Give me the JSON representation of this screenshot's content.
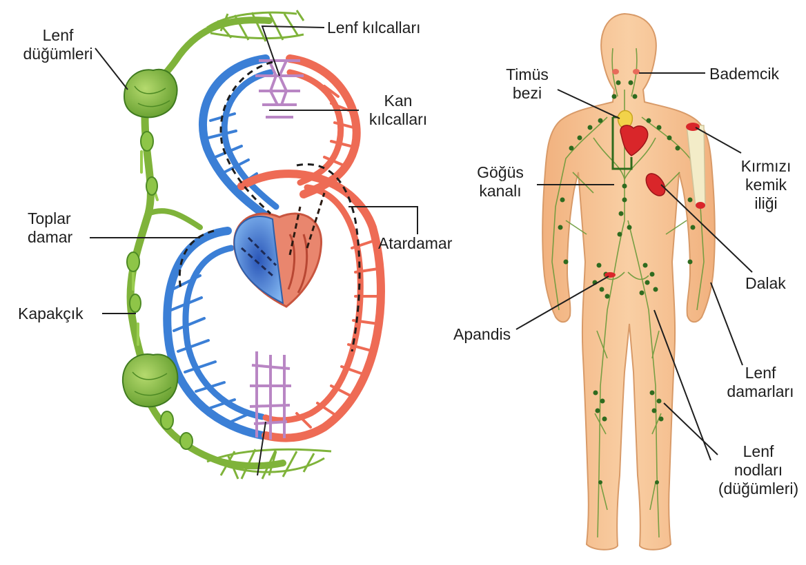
{
  "left_diagram": {
    "labels": {
      "lymph_nodes": [
        "Lenf",
        "düğümleri"
      ],
      "lymph_capillaries": "Lenf kılcalları",
      "blood_capillaries": [
        "Kan",
        "kılcalları"
      ],
      "vein": [
        "Toplar",
        "damar"
      ],
      "artery": "Atardamar",
      "valve": "Kapakçık"
    }
  },
  "right_diagram": {
    "labels": {
      "thymus": [
        "Timüs",
        "bezi"
      ],
      "tonsil": "Bademcik",
      "thoracic_duct": [
        "Göğüs",
        "kanalı"
      ],
      "red_bone_marrow": [
        "Kırmızı",
        "kemik",
        "iliği"
      ],
      "spleen": "Dalak",
      "appendix": "Apandis",
      "lymph_vessels": [
        "Lenf",
        "damarları"
      ],
      "lymph_nodes": [
        "Lenf",
        "nodları",
        "(düğümleri)"
      ]
    }
  },
  "colors": {
    "lymph_green": "#7fb33a",
    "lymph_dark": "#3f7a1f",
    "vein_blue": "#3b7fd6",
    "artery_red": "#ee6b55",
    "capillary_purple": "#b986c4",
    "skin": "#f6c294",
    "organ_red": "#d9262a",
    "bone": "#f3ecc8"
  }
}
